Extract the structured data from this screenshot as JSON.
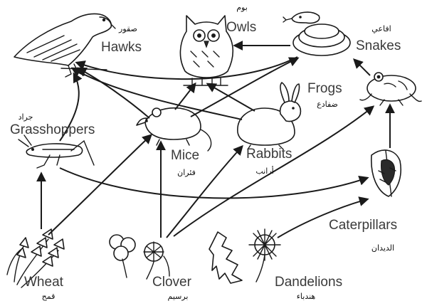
{
  "organisms": [
    {
      "id": "hawks",
      "en": "Hawks",
      "ar": "صقور",
      "icon": "hawk-icon"
    },
    {
      "id": "owls",
      "en": "Owls",
      "ar": "بوم",
      "icon": "owl-icon"
    },
    {
      "id": "snakes",
      "en": "Snakes",
      "ar": "افاعي",
      "icon": "snake-icon"
    },
    {
      "id": "frogs",
      "en": "Frogs",
      "ar": "ضفادع",
      "icon": "frog-icon"
    },
    {
      "id": "grasshoppers",
      "en": "Grasshoppers",
      "ar": "جراد",
      "icon": "grasshopper-icon"
    },
    {
      "id": "mice",
      "en": "Mice",
      "ar": "فئران",
      "icon": "mouse-icon"
    },
    {
      "id": "rabbits",
      "en": "Rabbits",
      "ar": "أرانب",
      "icon": "rabbit-icon"
    },
    {
      "id": "caterpillars",
      "en": "Caterpillars",
      "ar": "الديدان",
      "icon": "caterpillar-icon"
    },
    {
      "id": "wheat",
      "en": "Wheat",
      "ar": "قمح",
      "icon": "wheat-icon"
    },
    {
      "id": "clover",
      "en": "Clover",
      "ar": "برسيم",
      "icon": "clover-icon"
    },
    {
      "id": "dandelions",
      "en": "Dandelions",
      "ar": "هندباء",
      "icon": "dandelion-icon"
    }
  ],
  "links": [
    {
      "from": "wheat",
      "to": "grasshoppers"
    },
    {
      "from": "wheat",
      "to": "mice"
    },
    {
      "from": "clover",
      "to": "mice"
    },
    {
      "from": "clover",
      "to": "rabbits"
    },
    {
      "from": "clover",
      "to": "frogs"
    },
    {
      "from": "dandelions",
      "to": "caterpillars"
    },
    {
      "from": "grasshoppers",
      "to": "caterpillars"
    },
    {
      "from": "caterpillars",
      "to": "frogs"
    },
    {
      "from": "frogs",
      "to": "snakes"
    },
    {
      "from": "snakes",
      "to": "owls"
    },
    {
      "from": "snakes",
      "to": "hawks"
    },
    {
      "from": "mice",
      "to": "owls"
    },
    {
      "from": "mice",
      "to": "hawks"
    },
    {
      "from": "mice",
      "to": "snakes"
    },
    {
      "from": "rabbits",
      "to": "owls"
    },
    {
      "from": "rabbits",
      "to": "hawks"
    },
    {
      "from": "grasshoppers",
      "to": "hawks"
    }
  ]
}
